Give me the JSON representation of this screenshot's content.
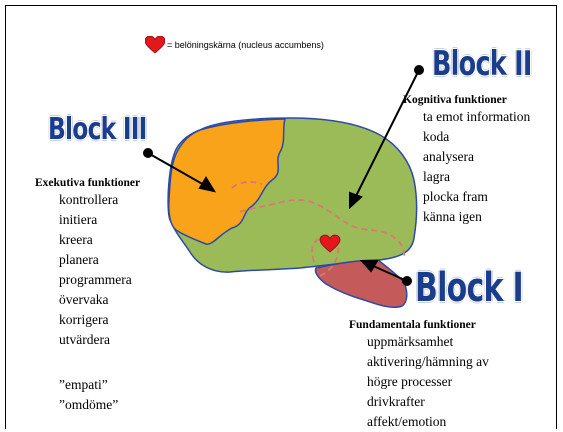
{
  "legend": {
    "icon": "heart-icon",
    "text": "= belöningskärna (nucleus accumbens)"
  },
  "colors": {
    "frontal": "#f9a31a",
    "cortex": "#9bbb59",
    "brainstem": "#c55a5a",
    "outline": "#2b4aa8",
    "heart": "#e3171c",
    "title": "#1a3d8c",
    "dashed": "#d97a6c"
  },
  "block3": {
    "title": "Block III",
    "heading": "Exekutiva funktioner",
    "items": [
      "kontrollera",
      "initiera",
      "kreera",
      "planera",
      "programmera",
      "övervaka",
      "korrigera",
      "utvärdera"
    ],
    "extra": [
      "”empati”",
      "”omdöme”"
    ]
  },
  "block2": {
    "title": "Block II",
    "heading": "Kognitiva funktioner",
    "items": [
      "ta emot information",
      "koda",
      "analysera",
      "lagra",
      "plocka fram",
      "känna igen"
    ]
  },
  "block1": {
    "title": "Block I",
    "heading": "Fundamentala funktioner",
    "items": [
      "uppmärksamhet",
      "aktivering/hämning av",
      "högre processer",
      "drivkrafter",
      "affekt/emotion"
    ]
  }
}
